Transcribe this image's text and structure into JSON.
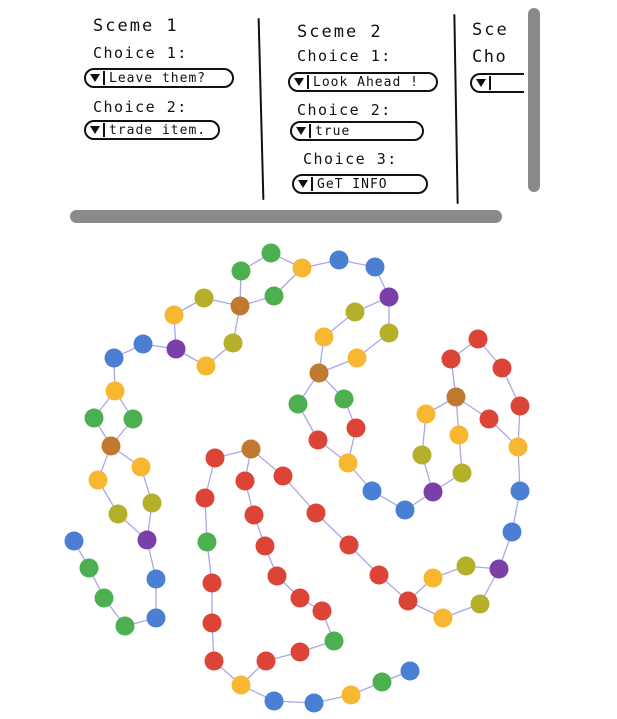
{
  "scenes": [
    {
      "title": "Sceme 1",
      "choices": [
        {
          "label": "Choice 1:",
          "value": "Leave them?"
        },
        {
          "label": "Choice 2:",
          "value": "trade item."
        }
      ]
    },
    {
      "title": "Sceme 2",
      "choices": [
        {
          "label": "Choice 1:",
          "value": "Look Ahead !"
        },
        {
          "label": "Choice 2:",
          "value": "true"
        },
        {
          "label": "Choice 3:",
          "value": "GeT INFO"
        }
      ]
    },
    {
      "title": "Sce",
      "choices": [
        {
          "label": "Cho",
          "value": ""
        }
      ]
    }
  ],
  "graph": {
    "colors": {
      "blue": "#4a7fd4",
      "green": "#4caf50",
      "yellow": "#f7b731",
      "olive": "#b5b02a",
      "red": "#db4437",
      "brown": "#c07a30",
      "purple": "#7a3fa8",
      "edge": "#a8a8e8"
    }
  }
}
